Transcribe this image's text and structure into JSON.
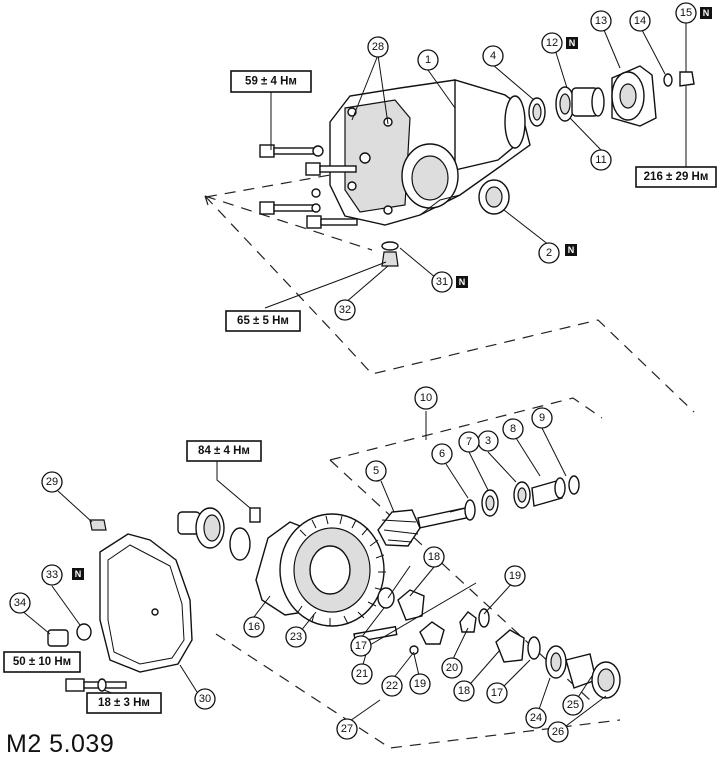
{
  "figure": {
    "code": "M2 5.039"
  },
  "badges": {
    "new_part_marker": "N"
  },
  "torques": {
    "t_59": "59 ± 4 Нм",
    "t_216": "216 ± 29 Нм",
    "t_65": "65 ± 5 Нм",
    "t_84": "84 ± 4 Нм",
    "t_50": "50 ± 10 Нм",
    "t_18": "18 ± 3 Нм"
  },
  "callouts": {
    "c1": "1",
    "c2": "2",
    "c3": "3",
    "c4": "4",
    "c5": "5",
    "c6": "6",
    "c7": "7",
    "c8": "8",
    "c9": "9",
    "c10": "10",
    "c11": "11",
    "c12": "12",
    "c13": "13",
    "c14": "14",
    "c15": "15",
    "c16": "16",
    "c17a": "17",
    "c17b": "17",
    "c18a": "18",
    "c18b": "18",
    "c19a": "19",
    "c19b": "19",
    "c20": "20",
    "c21": "21",
    "c22": "22",
    "c23": "23",
    "c24": "24",
    "c25": "25",
    "c26": "26",
    "c27": "27",
    "c28": "28",
    "c29": "29",
    "c30": "30",
    "c31": "31",
    "c32": "32",
    "c33": "33",
    "c34": "34"
  }
}
